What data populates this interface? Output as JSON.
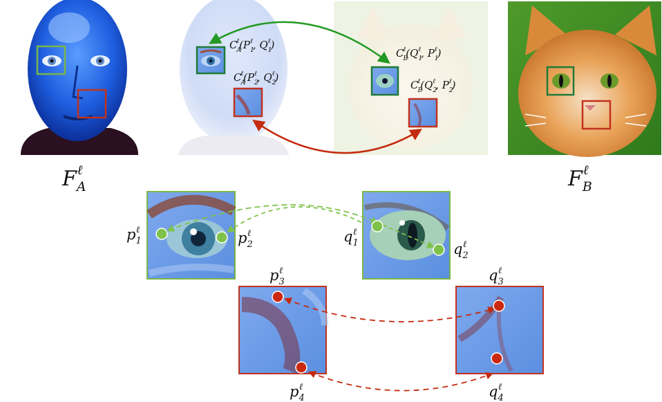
{
  "labels": {
    "fa_main": "F",
    "fa_sub": "A",
    "fa_sup": "ℓ",
    "fb_main": "F",
    "fb_sub": "B",
    "fb_sup": "ℓ",
    "ca1": "C_A^ℓ(P_1^ℓ, Q_1^ℓ)",
    "ca2": "C_A^ℓ(P_2^ℓ, Q_2^ℓ)",
    "cb1": "C_B^ℓ(Q_1^ℓ, P_1^ℓ)",
    "cb2": "C_B^ℓ(Q_2^ℓ, P_2^ℓ)",
    "p1": "p",
    "p1_sub": "1",
    "p1_sup": "ℓ",
    "p2": "p",
    "p2_sub": "2",
    "p2_sup": "ℓ",
    "p3": "p",
    "p3_sub": "3",
    "p3_sup": "ℓ",
    "p4": "p",
    "p4_sub": "4",
    "p4_sup": "ℓ",
    "q1": "q",
    "q1_sub": "1",
    "q1_sup": "ℓ",
    "q2": "q",
    "q2_sub": "2",
    "q2_sup": "ℓ",
    "q3": "q",
    "q3_sub": "3",
    "q3_sup": "ℓ",
    "q4": "q",
    "q4_sub": "4",
    "q4_sup": "ℓ"
  },
  "colors": {
    "green_box": "#7ab648",
    "dark_green_box": "#1f7a3a",
    "red_box": "#c0321e",
    "green_arrow": "#229922",
    "red_arrow": "#c42a0e",
    "green_dot": "#7ec24a",
    "red_dot": "#cc2a10",
    "patch_blue": "#6f9fe8"
  }
}
